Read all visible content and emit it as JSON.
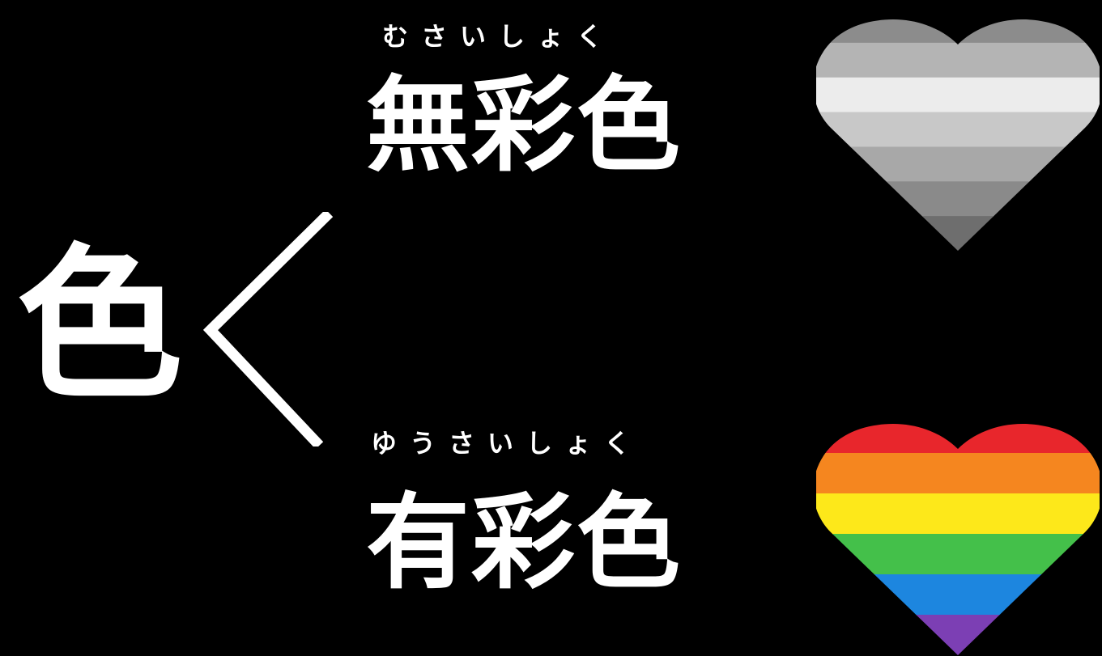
{
  "root": {
    "label": "色"
  },
  "achromatic": {
    "reading": "むさいしょく",
    "label": "無彩色",
    "heart_icon": "grayscale-striped-heart-icon",
    "stripe_colors": [
      "#8c8c8c",
      "#b4b4b4",
      "#ececec",
      "#c8c8c8",
      "#a8a8a8",
      "#8a8a8a",
      "#6e6e6e"
    ]
  },
  "chromatic": {
    "reading": "ゆうさいしょく",
    "label": "有彩色",
    "heart_icon": "rainbow-striped-heart-icon",
    "stripe_colors": [
      "#e8262c",
      "#f5861f",
      "#fde81a",
      "#44c04a",
      "#1d86df",
      "#7c3fb4"
    ]
  },
  "colors": {
    "background": "#000000",
    "text": "#ffffff",
    "branch_line": "#ffffff"
  }
}
